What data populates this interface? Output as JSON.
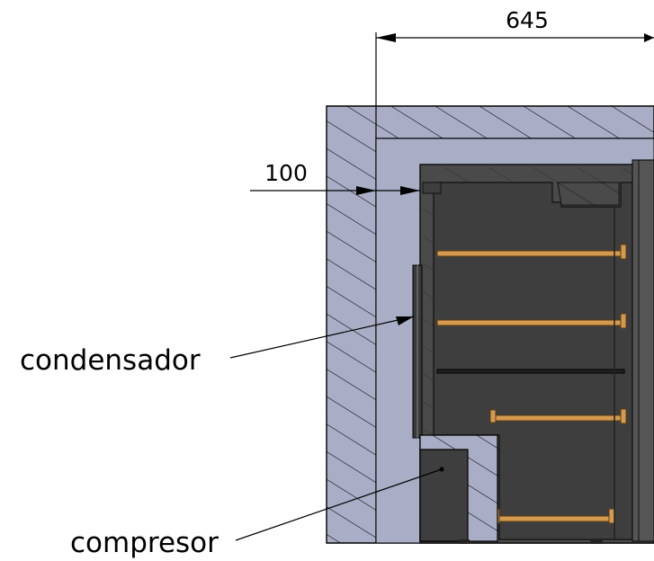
{
  "dimensions": {
    "width_label": "645",
    "offset_label": "100"
  },
  "callouts": {
    "condenser": "condensador",
    "compressor": "compresor"
  },
  "colors": {
    "wall": "#a9aec6",
    "cabinet_dark": "#4a4a4a",
    "cabinet_outline": "#111111",
    "shelf": "#d49a50",
    "hatch": "#000000"
  }
}
